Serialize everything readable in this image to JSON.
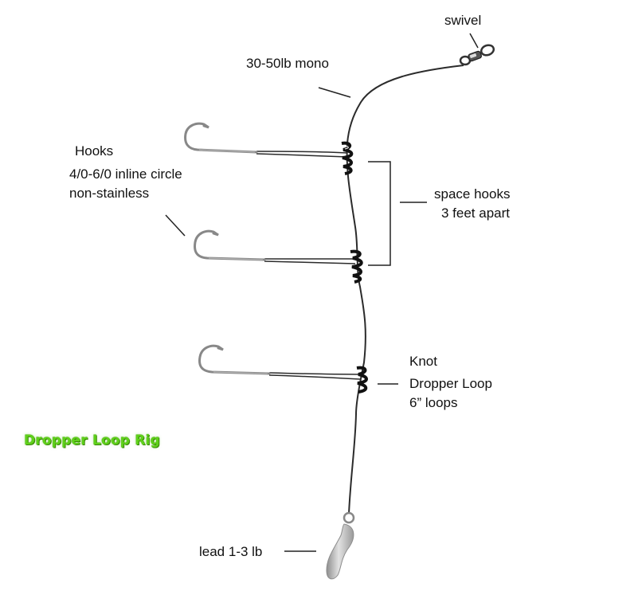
{
  "title": "Dropper Loop Rig",
  "labels": {
    "swivel": "swivel",
    "mono": "30-50lb mono",
    "hooks_title": "Hooks",
    "hooks_line1": "4/0-6/0 inline circle",
    "hooks_line2": "non-stainless",
    "space_line1": "space hooks",
    "space_line2": "3 feet apart",
    "knot_title": "Knot",
    "knot_line1": "Dropper Loop",
    "knot_line2": "6” loops",
    "lead": "lead 1-3 lb"
  },
  "colors": {
    "title": "#5fd11a",
    "line": "#2b2b2b",
    "hook": "#8a8a8a",
    "lead": "#b9b9b9"
  },
  "icons": [
    "swivel-icon",
    "hook-icon",
    "knot-icon",
    "lead-weight-icon"
  ]
}
